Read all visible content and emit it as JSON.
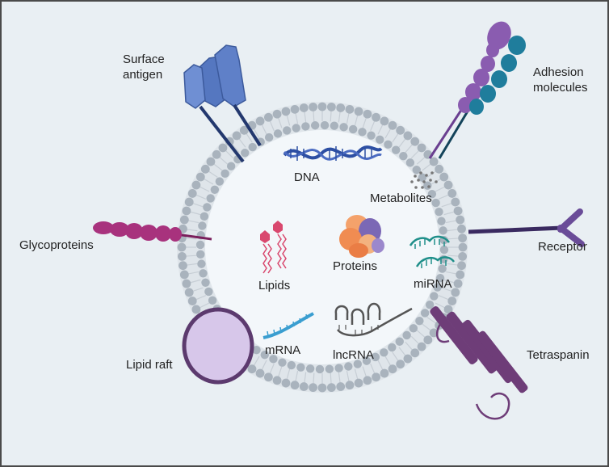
{
  "labels": {
    "surface_antigen": "Surface\nantigen",
    "adhesion_molecules": "Adhesion\nmolecules",
    "dna": "DNA",
    "metabolites": "Metabolites",
    "glycoproteins": "Glycoproteins",
    "receptor": "Receptor",
    "lipids": "Lipids",
    "proteins": "Proteins",
    "mirna": "miRNA",
    "lipid_raft": "Lipid raft",
    "mrna": "mRNA",
    "lncrna": "lncRNA",
    "tetraspanin": "Tetraspanin"
  },
  "colors": {
    "background": "#e9eff3",
    "membrane_head": "#a9b3bd",
    "membrane_tail": "#c7ced5",
    "lumen": "#f3f7fa",
    "surface_antigen": "#5577c0",
    "adhesion_purple": "#8a5cb0",
    "adhesion_teal": "#1f7d9c",
    "dna": "#2d4fa3",
    "glycoprotein": "#a8327d",
    "receptor": "#5a3f88",
    "lipid": "#d9486e",
    "protein_orange": "#f08c52",
    "protein_purple": "#7b68b5",
    "mirna": "#1f8f8a",
    "lipid_raft": "#d7c7ea",
    "mrna": "#3a9ed0",
    "lncrna": "#555555",
    "tetraspanin": "#6e3d78"
  }
}
